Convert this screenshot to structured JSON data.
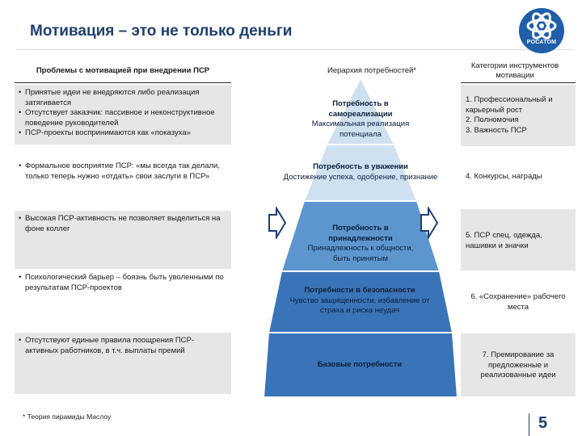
{
  "title": "Мотивация – это не только деньги",
  "logo": {
    "text": "РОСАТОМ",
    "icon": "rosatom-atom-logo"
  },
  "headers": {
    "problems": "Проблемы с мотивацией при внедрении ПСР",
    "hierarchy": "Иерархия потребностей*",
    "categories": "Категории инструментов мотивации"
  },
  "problems": [
    {
      "items": [
        "Принятые идеи не внедряются либо реализация затягивается",
        "Отсутствует заказчик: пассивное и неконструктивное поведение руководителей",
        "ПСР-проекты воспринимаются как «показуха»"
      ]
    },
    {
      "items": [
        "Формальное восприятие ПСР: «мы всегда так делали, только теперь нужно «отдать» свои заслуги в ПСР»"
      ]
    },
    {
      "items": [
        "Высокая ПСР-активность не позволяет выделиться на фоне коллег"
      ]
    },
    {
      "items": [
        "Психологический барьер – боязнь быть уволенными по результатам ПСР-проектов"
      ]
    },
    {
      "items": [
        "Отсутствуют единые правила поощрения ПСР-активных работников, в т.ч. выплаты премий"
      ]
    }
  ],
  "pyramid": [
    {
      "title": "Потребность в самореализации",
      "desc": "Максимальная реализация потенциала"
    },
    {
      "title": "Потребность в уважении",
      "desc": "Достижение успеха, одобрение, признание"
    },
    {
      "title": "Потребность в принадлежности",
      "desc": "Принадлежность к общности, быть принятым"
    },
    {
      "title": "Потребности в безопасности",
      "desc": "Чувство защищенности, избавление от страха и риска неудач"
    },
    {
      "title": "Базовые потребности",
      "desc": ""
    }
  ],
  "categories": [
    "1. Профессиональный и карьерный рост\n2. Полномочия\n3. Важность ПСР",
    "4. Конкурсы, награды",
    "5. ПСР спец. одежда, нашивки и значки",
    "6. «Сохранение» рабочего места",
    "7. Премирование за предложенные и реализованные идеи"
  ],
  "footnote": "* Теория пирамиды Маслоу",
  "page_number": "5",
  "colors": {
    "accent": "#1f3f6e",
    "pyramid_light": "#5d96cf",
    "pyramid_dark": "#3a74b8",
    "row_grey": "#e6e6e6"
  }
}
